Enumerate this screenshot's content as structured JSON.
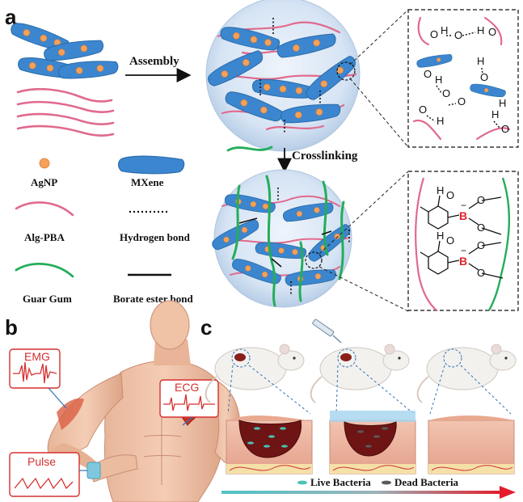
{
  "panels": {
    "a": "a",
    "b": "b",
    "c": "c"
  },
  "arrows": {
    "assembly": "Assembly",
    "crosslinking": "Crosslinking"
  },
  "legend": {
    "agnp": "AgNP",
    "mxene": "MXene",
    "alg_pba": "Alg-PBA",
    "hydrogen_bond": "Hydrogen bond",
    "guar_gum": "Guar Gum",
    "borate_ester_bond": "Borate ester bond"
  },
  "signals": {
    "emg": "EMG",
    "ecg": "ECG",
    "pulse": "Pulse"
  },
  "bacteria_legend": {
    "live": "Live Bacteria",
    "dead": "Dead Bacteria"
  },
  "chem": {
    "O": "O",
    "H": "H",
    "B": "B",
    "minus": "−"
  },
  "colors": {
    "mxene": "#3b86cf",
    "agnp": "#f5a15a",
    "alg_pba": "#e06a8d",
    "guar_gum": "#24ad5a",
    "sphere": "#dbe7f5",
    "signal_red": "#d62f2f",
    "boron": "#e0242a",
    "gradient_start": "#4fc3c7",
    "gradient_end": "#e31d2b"
  }
}
